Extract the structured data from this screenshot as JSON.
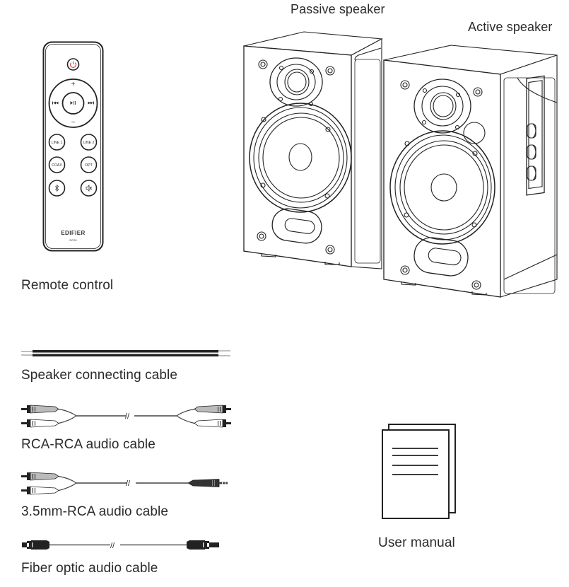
{
  "page": {
    "title": "Package contents",
    "accent_color": "#e0393e",
    "line_color": "#222222"
  },
  "labels": {
    "passive_speaker": "Passive speaker",
    "active_speaker": "Active speaker",
    "remote_control": "Remote control",
    "speaker_cable": "Speaker connecting cable",
    "rca_rca_cable": "RCA-RCA audio cable",
    "mm35_rca_cable": "3.5mm-RCA audio cable",
    "fiber_cable": "Fiber optic audio cable",
    "user_manual": "User manual"
  },
  "remote": {
    "brand": "EDIFIER",
    "model": "RC20",
    "buttons": {
      "power": "⏻",
      "vol_up": "+",
      "vol_down": "−",
      "prev": "⏮",
      "next": "⏭",
      "play_pause": "⏯",
      "line1": "LINE 1",
      "line2": "LINE 2",
      "coax": "COAX",
      "opt": "OPT",
      "bluetooth": "ᛒ",
      "mute": "🔇"
    },
    "icons": {
      "power": "power-icon",
      "prev": "previous-track-icon",
      "next": "next-track-icon",
      "play_pause": "play-pause-icon",
      "bluetooth": "bluetooth-icon",
      "mute": "mute-icon"
    }
  },
  "cables": {
    "break_symbol": "//"
  }
}
